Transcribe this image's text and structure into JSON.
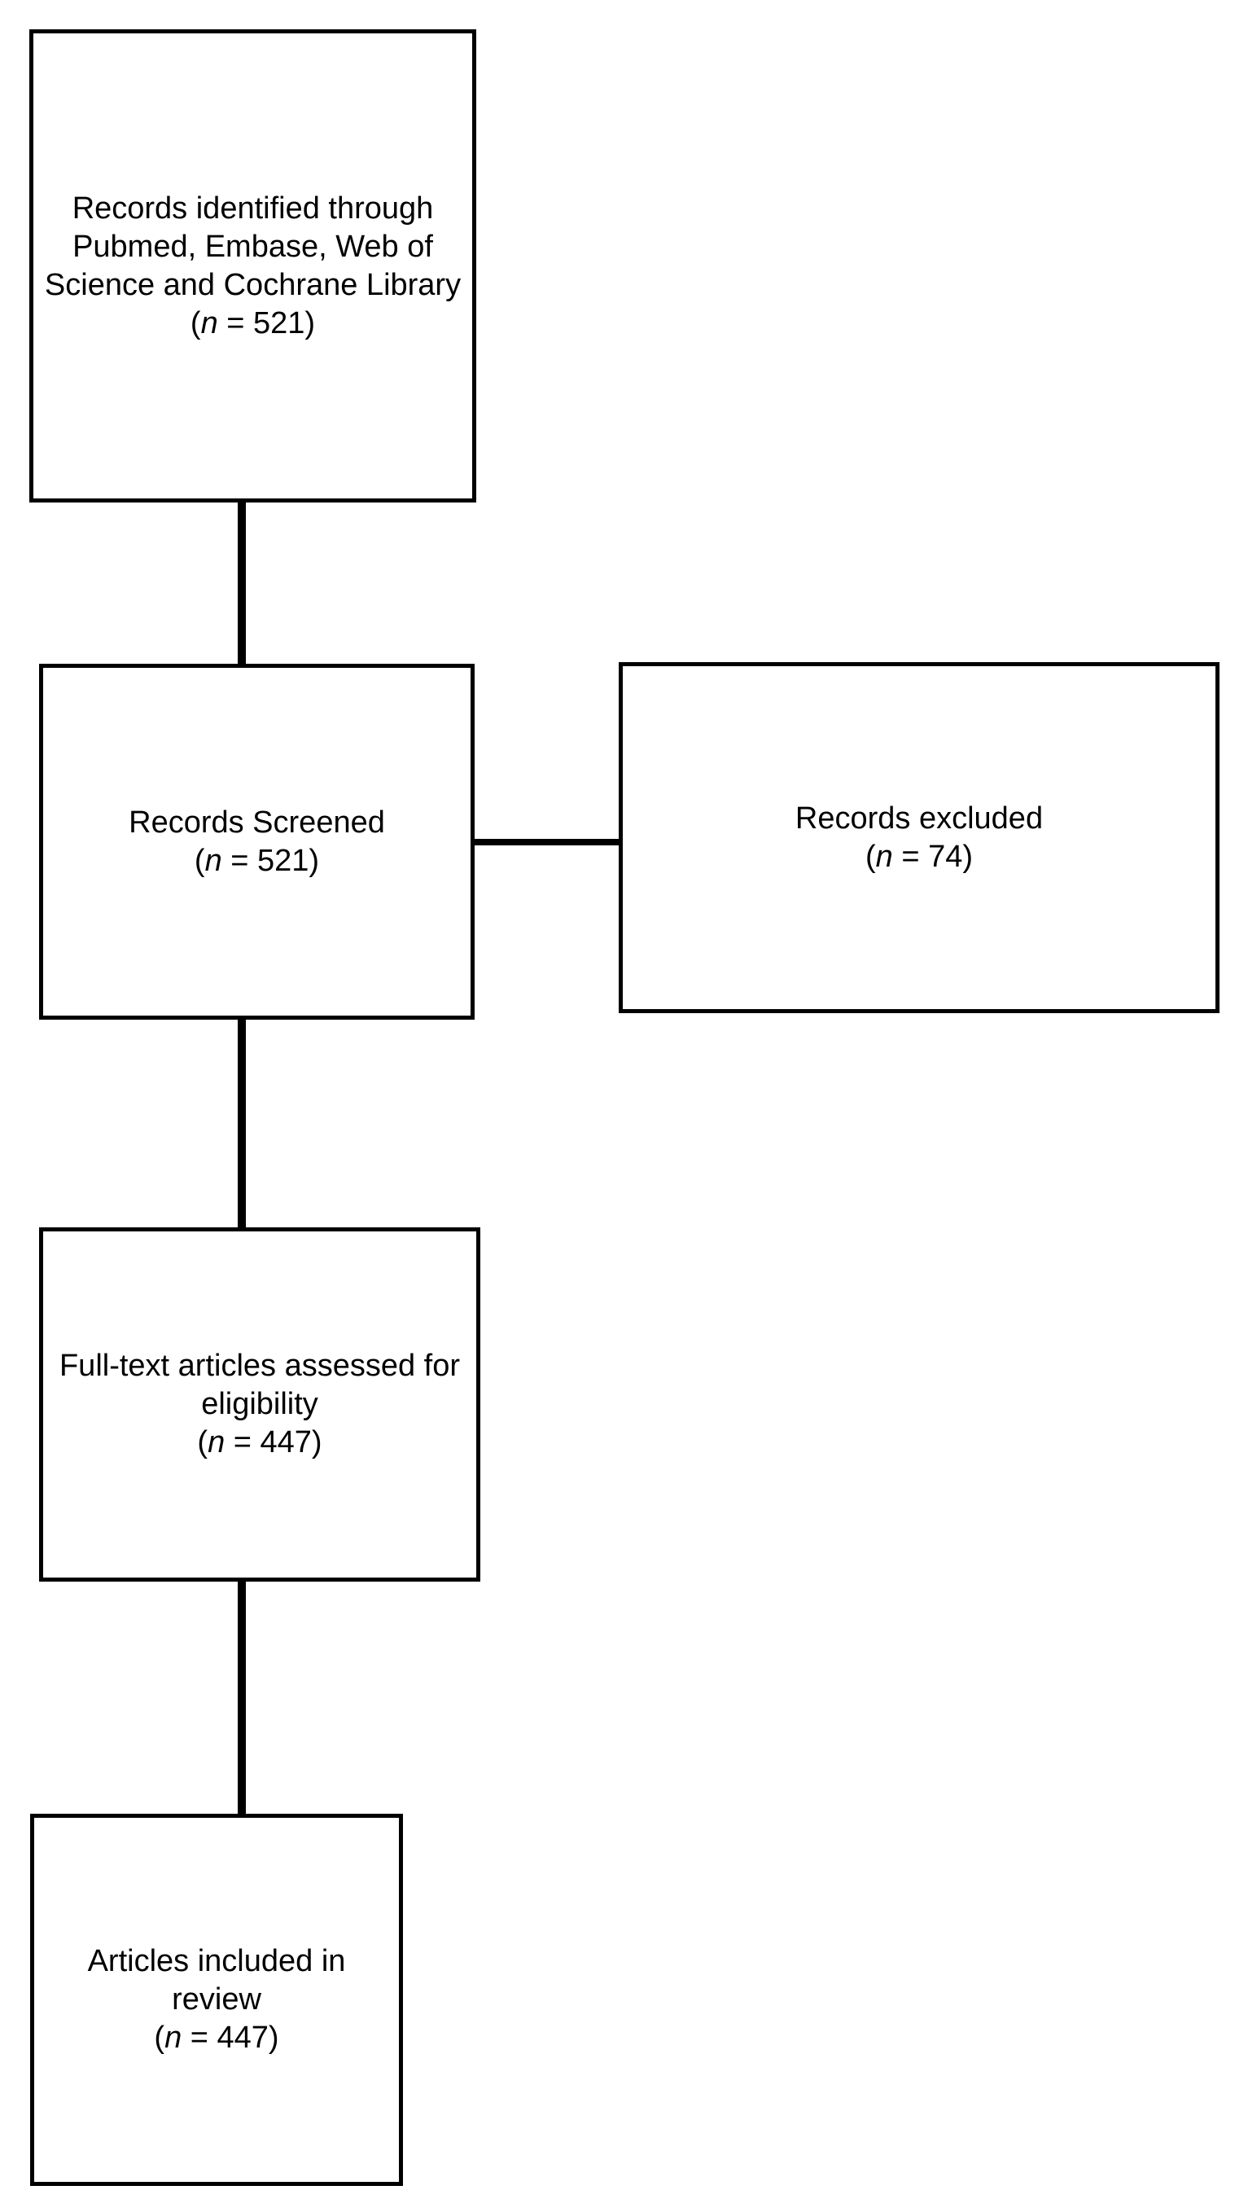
{
  "diagram": {
    "type": "prisma-flow-diagram",
    "title": "",
    "orientation": "vertical",
    "colors": {
      "background": "#ffffff",
      "border": "#000000",
      "text": "#000000",
      "connector": "#000000"
    }
  },
  "nodes": [
    {
      "id": "identified",
      "name": "records-identified-box",
      "text": "Records identified through Pubmed, Embase, Web of Science and Cochrane Library",
      "count_prefix": "(",
      "count_symbol": "n",
      "count_equals": " = ",
      "count_value": "521",
      "count_suffix": ")",
      "count_label": "(n = 521)"
    },
    {
      "id": "screened",
      "name": "records-screened-box",
      "text": "Records Screened",
      "count_prefix": "(",
      "count_symbol": "n",
      "count_equals": " = ",
      "count_value": "521",
      "count_suffix": ")",
      "count_label": "(n = 521)"
    },
    {
      "id": "excluded",
      "name": "records-excluded-box",
      "text": "Records excluded",
      "count_prefix": "(",
      "count_symbol": "n",
      "count_equals": " = ",
      "count_value": "74",
      "count_suffix": ")",
      "count_label": "(n = 74)"
    },
    {
      "id": "fulltext",
      "name": "full-text-assessed-box",
      "text": "Full-text articles assessed for eligibility",
      "count_prefix": "(",
      "count_symbol": "n",
      "count_equals": " = ",
      "count_value": "447",
      "count_suffix": ")",
      "count_label": "(n = 447)"
    },
    {
      "id": "included",
      "name": "articles-included-box",
      "text": "Articles included in review",
      "count_prefix": "(",
      "count_symbol": "n",
      "count_equals": " = ",
      "count_value": "447",
      "count_suffix": ")",
      "count_label": "(n = 447)"
    }
  ],
  "edges": [
    {
      "id": "identified-screened",
      "from": "identified",
      "to": "screened",
      "direction": "vertical",
      "label": ""
    },
    {
      "id": "screened-excluded",
      "from": "screened",
      "to": "excluded",
      "direction": "horizontal",
      "label": ""
    },
    {
      "id": "screened-fulltext",
      "from": "screened",
      "to": "fulltext",
      "direction": "vertical",
      "label": ""
    },
    {
      "id": "fulltext-included",
      "from": "fulltext",
      "to": "included",
      "direction": "vertical",
      "label": ""
    }
  ]
}
